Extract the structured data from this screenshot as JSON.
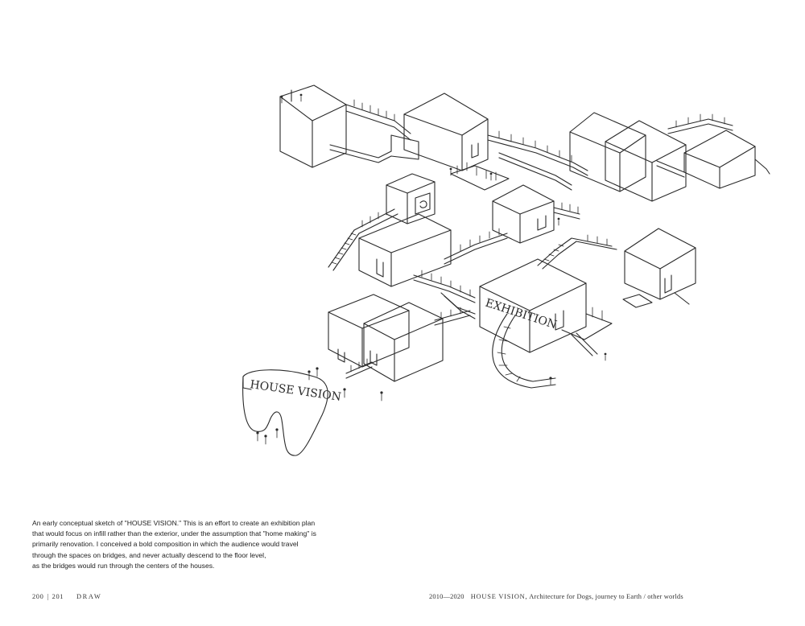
{
  "sketch": {
    "sign_text": "HOUSE VISION",
    "building_text": "EXHIBITION"
  },
  "caption": {
    "lines": [
      "An early conceptual sketch of \"HOUSE VISION.\" This is an effort to create an exhibition plan",
      "that would focus on infill rather than the exterior, under the assumption that \"home making\" is",
      "primarily renovation. I conceived a bold composition in which the audience would travel",
      "through the spaces on bridges, and never actually descend to the floor level,",
      "as the bridges would run through the centers of the houses."
    ]
  },
  "folio": {
    "pages": "200",
    "pages2": "201",
    "section": "DRAW",
    "years": "2010—2020",
    "title": "HOUSE VISION,",
    "subtitle": "Architecture for Dogs, journey to Earth / other worlds"
  }
}
